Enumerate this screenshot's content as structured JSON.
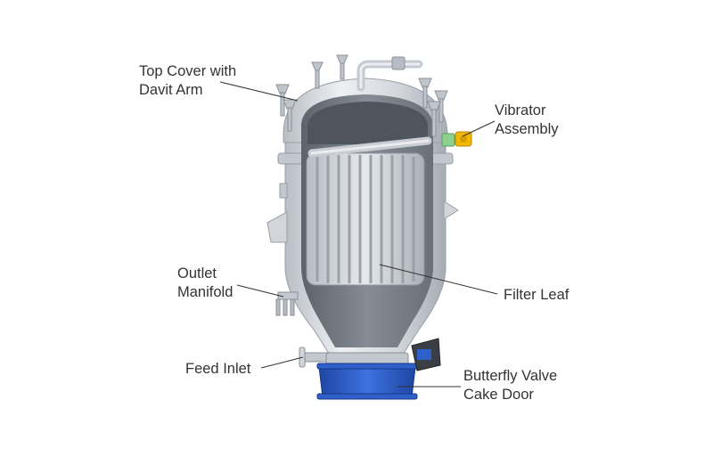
{
  "labels": {
    "top_cover": [
      "Top Cover with",
      "Davit Arm"
    ],
    "vibrator": [
      "Vibrator",
      "Assembly"
    ],
    "outlet": [
      "Outlet",
      "Manifold"
    ],
    "filter_leaf": [
      "Filter Leaf"
    ],
    "feed_inlet": [
      "Feed Inlet"
    ],
    "butterfly_valve": [
      "Butterfly Valve",
      "Cake Door"
    ]
  },
  "colors": {
    "steel": "#c9cdd3",
    "steel_dark": "#8f959d",
    "interior": "#6e747c",
    "valve_blue": "#2f5fc9",
    "vibrator_yellow": "#f2b705",
    "leader_line": "#333333",
    "text": "#333333"
  }
}
